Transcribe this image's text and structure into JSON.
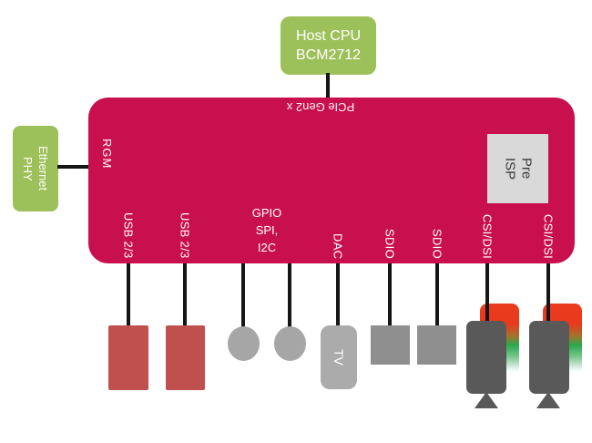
{
  "diagram": {
    "title_hint": "SoC / RP1-style chip interface block diagram",
    "host_cpu": {
      "label": "Host CPU\nBCM2712"
    },
    "ethernet_phy": {
      "label": "Ethernet\nPHY"
    },
    "soc": {
      "pcie_label": "PCIe Gen2 x",
      "rgmii_label": "RGM",
      "pre_isp_label": "Pre\nISP",
      "ports": [
        {
          "id": "usb1",
          "label": "USB 2/3"
        },
        {
          "id": "usb2",
          "label": "USB 2/3"
        },
        {
          "id": "gpio",
          "label": "GPIO\nSPI,\nI2C"
        },
        {
          "id": "dac",
          "label": "DAC"
        },
        {
          "id": "sdio1",
          "label": "SDIO"
        },
        {
          "id": "sdio2",
          "label": "SDIO"
        },
        {
          "id": "csi1",
          "label": "CSI/DSI"
        },
        {
          "id": "csi2",
          "label": "CSI/DSI"
        }
      ]
    },
    "devices": {
      "tv_label": "TV"
    },
    "colors": {
      "soc_red": "#c8104e",
      "box_green": "#9dc15a",
      "usb_connector_red": "#c0504d",
      "pin_gray": "#a6a6a6",
      "tv_gray": "#ababab",
      "sd_gray": "#8f8f8f",
      "camera_dark_gray": "#595959",
      "pre_isp_gray": "#d9d9d9",
      "display_gradient_red": "#ea3b1e",
      "display_gradient_green": "#2aa84f",
      "wire_black": "#151515"
    }
  }
}
